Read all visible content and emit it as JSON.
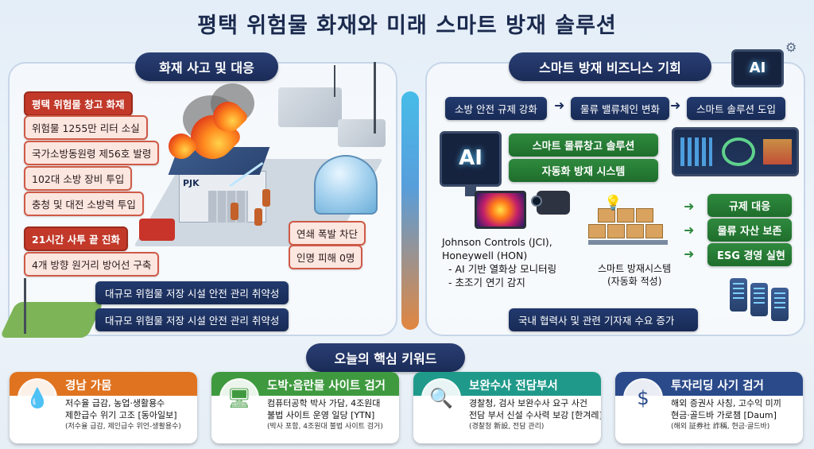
{
  "title": "평택 위험물 화재와 미래 스마트 방재 솔루션",
  "left": {
    "header": "화재 사고 및 대응",
    "items": [
      "평택 위험물 창고 화재",
      "위험물 1255만 리터 소실",
      "국가소방동원령 제56호 발령",
      "102대 소방 장비 투입",
      "충청 및 대전 소방력 투입",
      "21시간 사투 끝 진화",
      "4개 방향 원거리 방어선 구축"
    ],
    "warehouse_sign": "PJK",
    "right_items": [
      "연쇄 폭발 차단",
      "인명 피해 0명"
    ],
    "weakness_1": "대규모 위험물 저장 시설 안전 관리 취약성",
    "weakness_2": "대규모 위험물 저장 시설 안전 관리 취약성"
  },
  "right": {
    "header": "스마트 방재 비즈니스 기회",
    "flow": [
      "소방 안전 규제 강화",
      "물류 밸류체인 변화",
      "스마트 솔루션 도입"
    ],
    "green_items": [
      "스마트 물류창고 솔루션",
      "자동화 방재 시스템"
    ],
    "ai_label": "AI",
    "vendor_lines": [
      "Johnson Controls (JCI),",
      "Honeywell (HON)",
      "- AI 기반 열화상 모니터링",
      "- 초조기 연기 감지"
    ],
    "system_caption_1": "스마트 방재시스템",
    "system_caption_2": "(자동화 적성)",
    "outcomes": [
      "규제 대응",
      "물류 자산 보존",
      "ESG 경영 실현"
    ],
    "demand": "국내 협력사 및 관련 기자재 수요 증가"
  },
  "keywords": {
    "header": "오늘의 핵심 키워드",
    "cards": [
      {
        "title": "경남 가뭄",
        "icon": "water-drop-icon",
        "color": "#e0731f",
        "line1": "저수율 급감, 농업·생활용수",
        "line2": "제한급수 위기 고조 [동아일보]",
        "sub": "(저수율 급감, 제인급수 위언-생활용수)"
      },
      {
        "title": "도박·음란물 사이트 검거",
        "icon": "monitor-eye-icon",
        "color": "#3f9a3f",
        "line1": "컴퓨터공학 박사 가담, 4조원대",
        "line2": "불법 사이트 운영 일당 [YTN]",
        "sub": "(박사 포함, 4조원대 불법 사이트 검거)"
      },
      {
        "title": "보완수사 전담부서",
        "icon": "document-search-icon",
        "color": "#1f9a8a",
        "line1": "경찰청, 검사 보완수사 요구 사건",
        "line2": "전담 부서 신설 수사력 보강 [한겨레]",
        "sub": "(경찰청 新設, 전담 관리)"
      },
      {
        "title": "투자리딩 사기 검거",
        "icon": "money-hand-icon",
        "color": "#2a4a8a",
        "line1": "해외 증권사 사칭, 고수익 미끼",
        "line2": "현금·골드바 가로챔 [Daum]",
        "sub": "(해외 証券社 詐稱, 현금·골드바)"
      }
    ]
  }
}
